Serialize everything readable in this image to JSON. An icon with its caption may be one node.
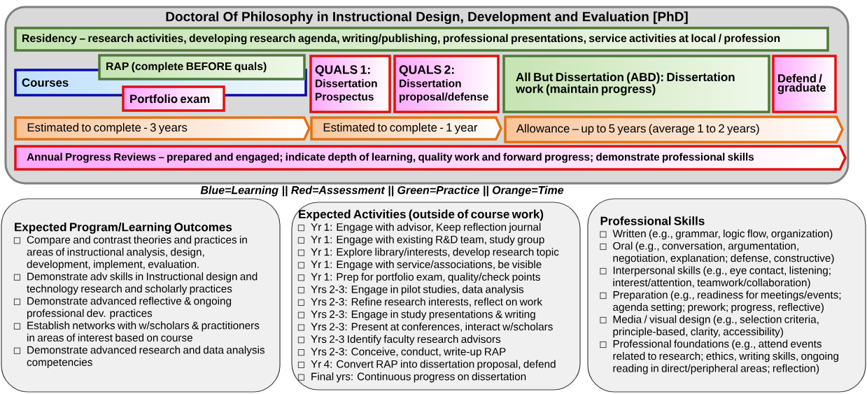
{
  "diagram": {
    "nodes": [
      {
        "text": [
          "Doctoral Of Philosophy in Instructional Design, Development and Evaluation [PhD]"
        ]
      },
      {
        "text": [
          "Residency – research activities, developing research agenda, writing/publishing, professional presentations, service activities at local / profession"
        ],
        "in": 0
      },
      {
        "text": [
          "Courses"
        ],
        "in": 0
      },
      {
        "text": [
          "RAP (complete BEFORE quals)"
        ],
        "in": 0
      },
      {
        "text": [
          "Portfolio exam"
        ],
        "in": 0
      },
      {
        "text": [
          "QUALS 1:",
          "Dissertation Prospectus"
        ],
        "in": 0
      },
      {
        "text": [
          "QUALS 2:",
          "Dissertation proposal/defense"
        ],
        "in": 0
      },
      {
        "text": [
          "All But Dissertation (ABD): Dissertation work  (maintain progress)"
        ],
        "in": 0
      },
      {
        "text": [
          "Defend / graduate"
        ],
        "in": 0
      },
      {
        "text": [
          "Estimated to complete - 3 years"
        ],
        "in": 0
      },
      {
        "text": [
          "Estimated to complete - 1 year"
        ],
        "in": 0
      },
      {
        "text": [
          "Allowance – up to 5 years (average 1 to 2 years)"
        ],
        "in": 0
      },
      {
        "text": [
          "Annual Progress Reviews – prepared and engaged; indicate depth of learning, quality work and forward progress; demonstrate professional skills"
        ],
        "in": 0
      },
      {
        "text": [
          "Expected Program/Learning Outcomes",
          "Compare and contrast theories and practices in areas of instructional analysis, design, development, implement, evaluation.",
          "Demonstrate adv skills in Instructional design and technology research and scholarly practices",
          "Demonstrate advanced reflective & ongoing professional dev. practices",
          "Establish networks with w/scholars & practitioners in areas of interest based on course",
          "Demonstrate advanced research and data analysis competencies"
        ]
      },
      {
        "text": [
          "Expected Activities (outside of course work)",
          "Yr 1: Engage with advisor, Keep reflection journal",
          "Yr 1: Engage with existing R&D team, study group",
          "Yr 1: Explore library/interests, develop research topic",
          "Yr 1: Engage with service/associations, be visible",
          "Yr 1: Prep for portfolio exam, quality/check points",
          "Yrs 2-3: Engage in pilot studies, data analysis",
          "Yrs 2-3: Refine research interests, reflect on work",
          "Yrs 2-3: Engage in study presentations & writing",
          "Yrs 2-3: Present at conferences, interact w/scholars",
          "Yrs 2-3 Identify faculty research advisors",
          "Yrs 2-3: Conceive, conduct, write-up RAP",
          "Yr 4: Convert RAP into dissertation proposal, defend",
          "Final yrs: Continuous progress on dissertation"
        ]
      },
      {
        "text": [
          "Professional Skills",
          "Written (e.g., grammar, logic flow, organization)",
          "Oral (e.g., conversation, argumentation, negotiation, explanation; defense, constructive)",
          "Interpersonal skills (e.g., eye contact, listening; interest/attention, teamwork/collaboration)",
          "Preparation (e.g., readiness for meetings/events; agenda setting; prework; progress, reflective)",
          "Media / visual design (e.g., selection criteria, principle-based, clarity, accessibility)",
          "Professional foundations (e.g., attend events related to research; ethics, writing skills, ongoing reading in direct/peripheral areas; reflection)"
        ]
      }
    ],
    "labels": [
      "Blue=Learning || Red=Assessment || Green=Practice || Orange=Time"
    ]
  }
}
